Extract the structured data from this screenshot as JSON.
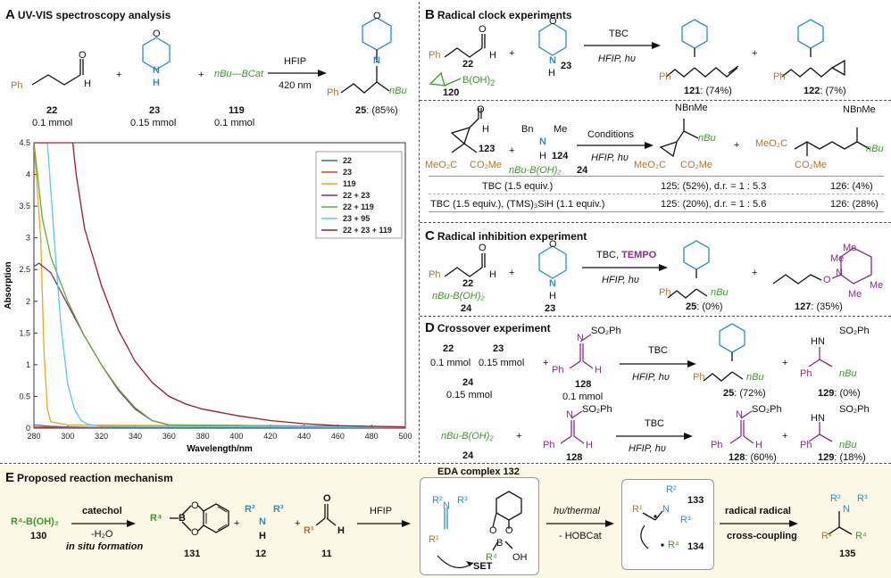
{
  "panelA": {
    "letter": "A",
    "title": "UV-VIS  spectroscopy analysis",
    "reagent1": {
      "label": "22",
      "amount": "0.1 mmol",
      "atom": "Ph",
      "o": "O",
      "h": "H"
    },
    "reagent2": {
      "label": "23",
      "amount": "0.15 mmol",
      "o": "O",
      "nh": "N",
      "h": "H"
    },
    "reagent3": {
      "label": "119",
      "amount": "0.1 mmol",
      "text": "nBu—BCat"
    },
    "plus": "+",
    "arrow_top": "HFIP",
    "arrow_bottom": "420 nm",
    "product": {
      "label": "25",
      "yield": ": (85%)",
      "ph": "Ph",
      "nbu": "nBu",
      "o": "O",
      "n": "N"
    }
  },
  "chart_data": {
    "type": "line",
    "xlabel": "Wavelength/nm",
    "ylabel": "Absorption",
    "xlim": [
      280,
      500
    ],
    "ylim": [
      0,
      4.5
    ],
    "xticks": [
      "280",
      "300",
      "320",
      "340",
      "360",
      "380",
      "400",
      "420",
      "440",
      "460",
      "480",
      "500"
    ],
    "yticks": [
      "0",
      "0.5",
      "1",
      "1.5",
      "2",
      "2.5",
      "3",
      "3.5",
      "4",
      "4.5"
    ],
    "legend_position": "top-right",
    "series": [
      {
        "name": "22",
        "color": "#2a6fc9",
        "x": [
          280,
          290,
          300,
          320,
          500
        ],
        "y": [
          0.05,
          0.03,
          0.02,
          0.01,
          0.0
        ]
      },
      {
        "name": "23",
        "color": "#d0452b",
        "x": [
          280,
          300,
          400,
          500
        ],
        "y": [
          0.02,
          0.01,
          0.0,
          0.0
        ]
      },
      {
        "name": "119",
        "color": "#e8a820",
        "x": [
          280,
          284,
          286,
          288,
          290,
          300,
          500
        ],
        "y": [
          4.5,
          3.0,
          1.2,
          0.3,
          0.1,
          0.05,
          0.02
        ]
      },
      {
        "name": "22 + 23",
        "color": "#7b2d8e",
        "x": [
          280,
          283,
          290,
          300,
          310,
          320,
          330,
          340,
          350,
          360,
          500
        ],
        "y": [
          2.55,
          2.6,
          2.45,
          1.95,
          1.45,
          1.0,
          0.6,
          0.3,
          0.12,
          0.05,
          0.02
        ]
      },
      {
        "name": "22 + 119",
        "color": "#6aaa2f",
        "x": [
          280,
          285,
          290,
          295,
          300,
          310,
          320,
          330,
          340,
          350,
          360,
          500
        ],
        "y": [
          4.5,
          3.3,
          2.7,
          2.35,
          2.0,
          1.45,
          1.0,
          0.62,
          0.32,
          0.12,
          0.05,
          0.02
        ]
      },
      {
        "name": "23 + 95",
        "color": "#5bc9e8",
        "x": [
          280,
          288,
          292,
          296,
          300,
          304,
          308,
          312,
          320,
          500
        ],
        "y": [
          4.5,
          4.5,
          3.0,
          1.6,
          0.7,
          0.3,
          0.12,
          0.06,
          0.03,
          0.02
        ]
      },
      {
        "name": "22 + 23 + 119",
        "color": "#9b1b2b",
        "x": [
          280,
          303,
          305,
          310,
          320,
          330,
          340,
          350,
          360,
          370,
          380,
          400,
          420,
          440,
          460,
          500
        ],
        "y": [
          4.5,
          4.5,
          4.0,
          3.15,
          2.25,
          1.55,
          1.05,
          0.72,
          0.5,
          0.38,
          0.3,
          0.2,
          0.12,
          0.07,
          0.04,
          0.02
        ]
      }
    ]
  },
  "panelB": {
    "letter": "B",
    "title": "Radical clock experiments",
    "r1": {
      "ph": "Ph",
      "o": "O",
      "h": "H",
      "label": "22"
    },
    "r2": {
      "o": "O",
      "n": "N",
      "h": "H",
      "label": "23"
    },
    "r3": {
      "text": "B(OH)",
      "sub": "2",
      "label": "120"
    },
    "arrow_top": "TBC",
    "arrow_bottom": "HFIP,  hυ",
    "p1": {
      "ph": "Ph",
      "label": "121",
      "yield": ": (74%)"
    },
    "p2": {
      "ph": "Ph",
      "label": "122",
      "yield": ": (7%)"
    },
    "plus": "+"
  },
  "panelB2": {
    "r1": {
      "label": "123",
      "left_ester": "MeO₂C",
      "right_ester": "CO₂Me",
      "o": "O",
      "h": "H"
    },
    "r2": {
      "bn": "Bn",
      "me": "Me",
      "n": "N",
      "h": "H",
      "label": "124"
    },
    "r3": {
      "text": "nBu-B(OH)₂",
      "label": "24"
    },
    "arrow_top": "Conditions",
    "arrow_bottom": "HFIP,  hυ",
    "p1": {
      "top": "NBnMe",
      "nbu": "nBu",
      "left": "MeO₂C",
      "right": "CO₂Me"
    },
    "p2": {
      "top": "NBnMe",
      "nbu": "nBu",
      "left": "MeO₂C",
      "right": "CO₂Me"
    },
    "rows": [
      {
        "cond": "TBC (1.5 equiv.)",
        "res1": "125: (52%), d.r. = 1 : 5.3",
        "res2": "126: (4%)"
      },
      {
        "cond": "TBC (1.5 equiv.), (TMS)₃SiH (1.1 equiv.)",
        "res1": "125: (20%), d.r. = 1 : 5.6",
        "res2": "126: (28%)"
      }
    ]
  },
  "panelC": {
    "letter": "C",
    "title": "Radical inhibition experiment",
    "r1": {
      "ph": "Ph",
      "o": "O",
      "h": "H",
      "label": "22",
      "boron": "nBu-B(OH)₂",
      "boron_label": "24"
    },
    "r2": {
      "o": "O",
      "n": "N",
      "h": "H",
      "label": "23"
    },
    "arrow_top": "TBC, ",
    "arrow_tempo": "TEMPO",
    "arrow_bottom": "HFIP,  hυ",
    "p1": {
      "ph": "Ph",
      "nbu": "nBu",
      "label": "25",
      "yield": ": (0%)"
    },
    "p2": {
      "me1": "Me",
      "me2": "Me",
      "me3": "Me",
      "me4": "Me",
      "n": "N",
      "o": "O",
      "label": "127",
      "yield": ": (35%)"
    },
    "plus": "+"
  },
  "panelD": {
    "letter": "D",
    "title": "Crossover experiment",
    "mix1": {
      "a": "22",
      "b": "23",
      "a_amt": "0.1 mmol",
      "b_amt": "0.15 mmol",
      "c": "24",
      "c_amt": "0.15 mmol"
    },
    "imine": {
      "so2ph": "SO₂Ph",
      "n": "N",
      "ph": "Ph",
      "h": "H",
      "label": "128",
      "amt": "0.1 mmol"
    },
    "arrow_top": "TBC",
    "arrow_bottom": "HFIP,  hυ",
    "p1": {
      "ph": "Ph",
      "nbu": "nBu",
      "label": "25",
      "yield": ": (72%)"
    },
    "p2": {
      "hn": "HN",
      "so2ph": "SO₂Ph",
      "ph": "Ph",
      "nbu": "nBu",
      "label": "129",
      "yield": ": (0%)"
    },
    "row2": {
      "boron": "nBu-B(OH)₂",
      "boron_label": "24",
      "imine_label": "128",
      "p1_label": "128",
      "p1_yield": ": (60%)",
      "p2_label": "129",
      "p2_yield": ": (18%)"
    },
    "plus": "+"
  },
  "panelE": {
    "letter": "E",
    "title": "Proposed reaction mechanism",
    "sm": {
      "text": "R⁴-B(OH)₂",
      "label": "130"
    },
    "arrow1_top": "catechol",
    "arrow1_mid": "-H₂O",
    "arrow1_bottom": "in situ formation",
    "ester": {
      "label": "131",
      "r": "R⁴",
      "b": "B",
      "o1": "O",
      "o2": "O"
    },
    "amine": {
      "r2": "R²",
      "r3": "R³",
      "n": "N",
      "h": "H",
      "label": "12"
    },
    "ald": {
      "r1": "R¹",
      "o": "O",
      "h": "H",
      "label": "11"
    },
    "arrow2_top": "HFIP",
    "eda_title": "EDA complex 132",
    "eda": {
      "r2": "R²",
      "r3": "R³",
      "n": "N",
      "r1": "R¹",
      "r4": "R⁴",
      "b": "B",
      "oh": "OH",
      "set": "SET",
      "o1": "O",
      "o2": "O"
    },
    "arrow3_top": "hυ/thermal",
    "arrow3_bottom": "- HOBCat",
    "radicals": {
      "r1": "R¹",
      "r2": "R²",
      "r3": "R³",
      "n": "N",
      "l1": "133",
      "r4": "R⁴",
      "l2": "134"
    },
    "arrow4_top": "radical radical",
    "arrow4_bottom": "cross-coupling",
    "product": {
      "r1": "R¹",
      "r2": "R²",
      "r3": "R³",
      "r4": "R⁴",
      "n": "N",
      "label": "135"
    },
    "plus": "+"
  }
}
